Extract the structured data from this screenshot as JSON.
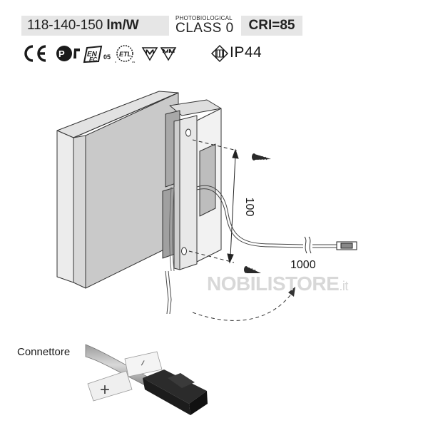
{
  "specs": {
    "efficacy_value": "118-140-150",
    "efficacy_unit": "lm/W",
    "photobiological_small": "PHOTOBIOLOGICAL",
    "photobiological_class": "CLASS 0",
    "cri": "CRI=85"
  },
  "certifications": {
    "marks": [
      "ce-mark-icon",
      "pct-mark-icon",
      "enec-mark-icon",
      "etl-mark-icon",
      "m-triangle-mark-icon",
      "mm-triangle-mark-icon",
      "class-iii-icon"
    ],
    "enec_number": "05",
    "etl_text": "ETL",
    "ip_rating": "IP44"
  },
  "diagram": {
    "dimension_vertical": "100",
    "dimension_cable": "1000"
  },
  "watermark": {
    "brand": "NOBILISTORE",
    "tld": ".it"
  },
  "connector": {
    "label": "Connettore",
    "minus": "−",
    "plus": "+"
  }
}
